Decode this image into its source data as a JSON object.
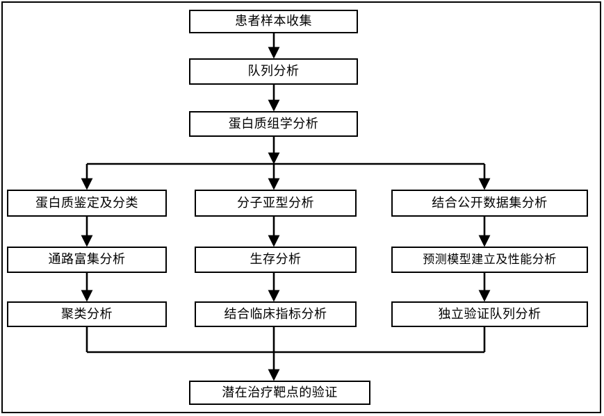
{
  "figure": {
    "type": "flowchart",
    "orientation": "top-to-bottom",
    "border_color": "#000000",
    "box_fill": "#ffffff",
    "text_color": "#000000"
  },
  "nodes": {
    "n1": {
      "label": "患者样本收集"
    },
    "n2": {
      "label": "队列分析"
    },
    "n3": {
      "label": "蛋白质组学分析"
    },
    "left1": {
      "label": "蛋白质鉴定及分类"
    },
    "left2": {
      "label": "通路富集分析"
    },
    "left3": {
      "label": "聚类分析"
    },
    "mid1": {
      "label": "分子亚型分析"
    },
    "mid2": {
      "label": "生存分析"
    },
    "mid3": {
      "label": "结合临床指标分析"
    },
    "right1": {
      "label": "结合公开数据集分析"
    },
    "right2": {
      "label": "预测模型建立及性能分析"
    },
    "right3": {
      "label": "独立验证队列分析"
    },
    "final": {
      "label": "潜在治疗靶点的验证"
    }
  }
}
